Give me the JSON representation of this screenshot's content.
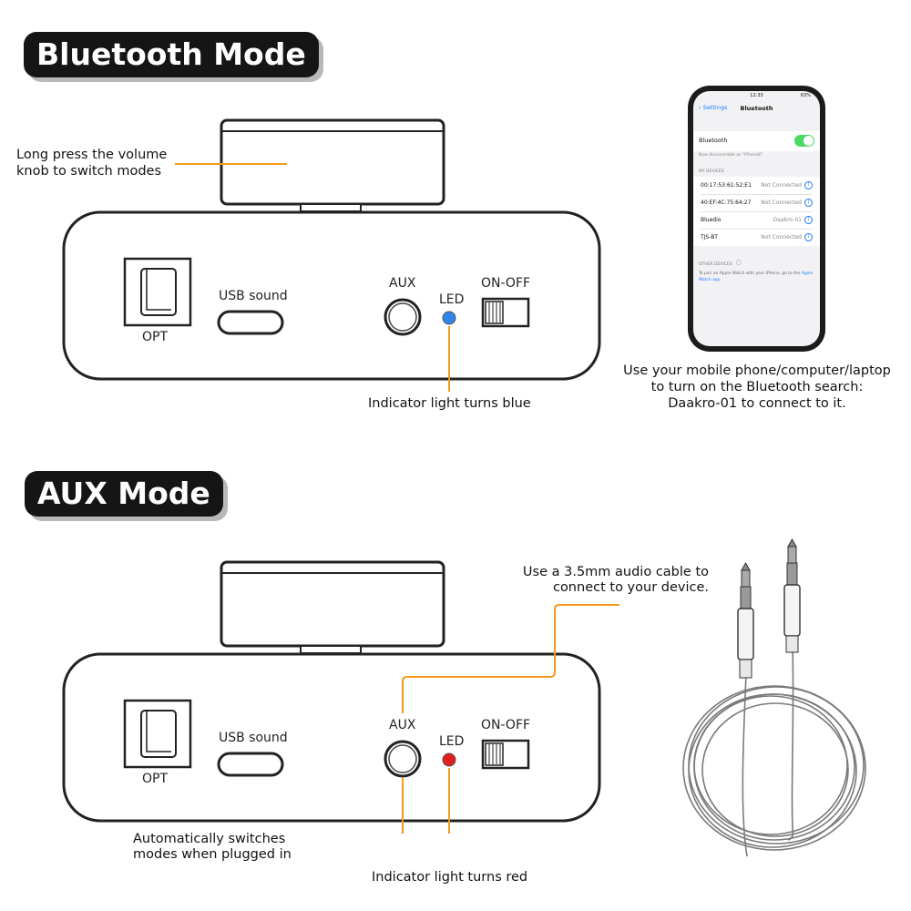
{
  "sections": {
    "bluetooth": {
      "title": "Bluetooth Mode",
      "knob_note": [
        "Long press the volume",
        "knob to switch modes"
      ],
      "led_note": "Indicator light turns blue",
      "led_color": "#2f86e8",
      "phone_note": [
        "Use your mobile phone/computer/laptop",
        "to turn on the Bluetooth search:",
        "Daakro-01 to connect to it."
      ]
    },
    "aux": {
      "title": "AUX Mode",
      "cable_note": [
        "Use a 3.5mm audio cable to",
        "connect to your device."
      ],
      "switch_note": [
        "Automatically switches",
        "modes when plugged in"
      ],
      "led_note": "Indicator light turns red",
      "led_color": "#e11d1d"
    }
  },
  "device": {
    "opt_label": "OPT",
    "usb_label": "USB sound",
    "aux_label": "AUX",
    "led_label": "LED",
    "switch_label": "ON-OFF"
  },
  "phone": {
    "time": "12:33",
    "battery": "63%",
    "back_label": "Settings",
    "screen_title": "Bluetooth",
    "bluetooth_label": "Bluetooth",
    "discoverable": "Now discoverable as \"iPhone8\".",
    "my_devices_header": "MY DEVICES",
    "devices": [
      {
        "name": "00:17:53:61:52:E1",
        "status": "Not Connected"
      },
      {
        "name": "40:EF:4C:75:64:27",
        "status": "Not Connected"
      },
      {
        "name": "Bluedio",
        "status": "Daakro-01"
      },
      {
        "name": "TJS-BT",
        "status": "Not Connected"
      }
    ],
    "other_devices_header": "OTHER DEVICES",
    "pair_note_1": "To pair an Apple Watch with your iPhone, go to the",
    "pair_link_1": "Apple",
    "pair_link_2": "Watch app.",
    "accent": "#1a7ef5",
    "toggle_color": "#4cd964"
  },
  "colors": {
    "leader": "#f39a1e"
  }
}
